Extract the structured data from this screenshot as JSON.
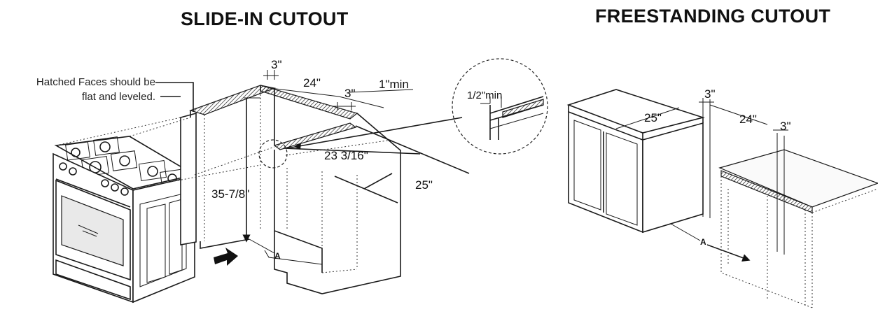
{
  "slide_in": {
    "title": "SLIDE-IN CUTOUT",
    "note_line1": "Hatched Faces should be",
    "note_line2": "flat and leveled.",
    "dims": {
      "top_gap": "3\"",
      "depth": "24\"",
      "side_gap": "3\"",
      "min_clear": "1\"min",
      "width": "23 3/16\"",
      "height": "35-7/8\"",
      "depth_outer": "25\"",
      "detail_min": "1/2\"min",
      "label_a": "A"
    }
  },
  "freestanding": {
    "title": "FREESTANDING CUTOUT",
    "dims": {
      "counter_depth": "25\"",
      "top_gap": "3\"",
      "depth": "24\"",
      "side_gap": "3\"",
      "label_a": "A"
    }
  }
}
